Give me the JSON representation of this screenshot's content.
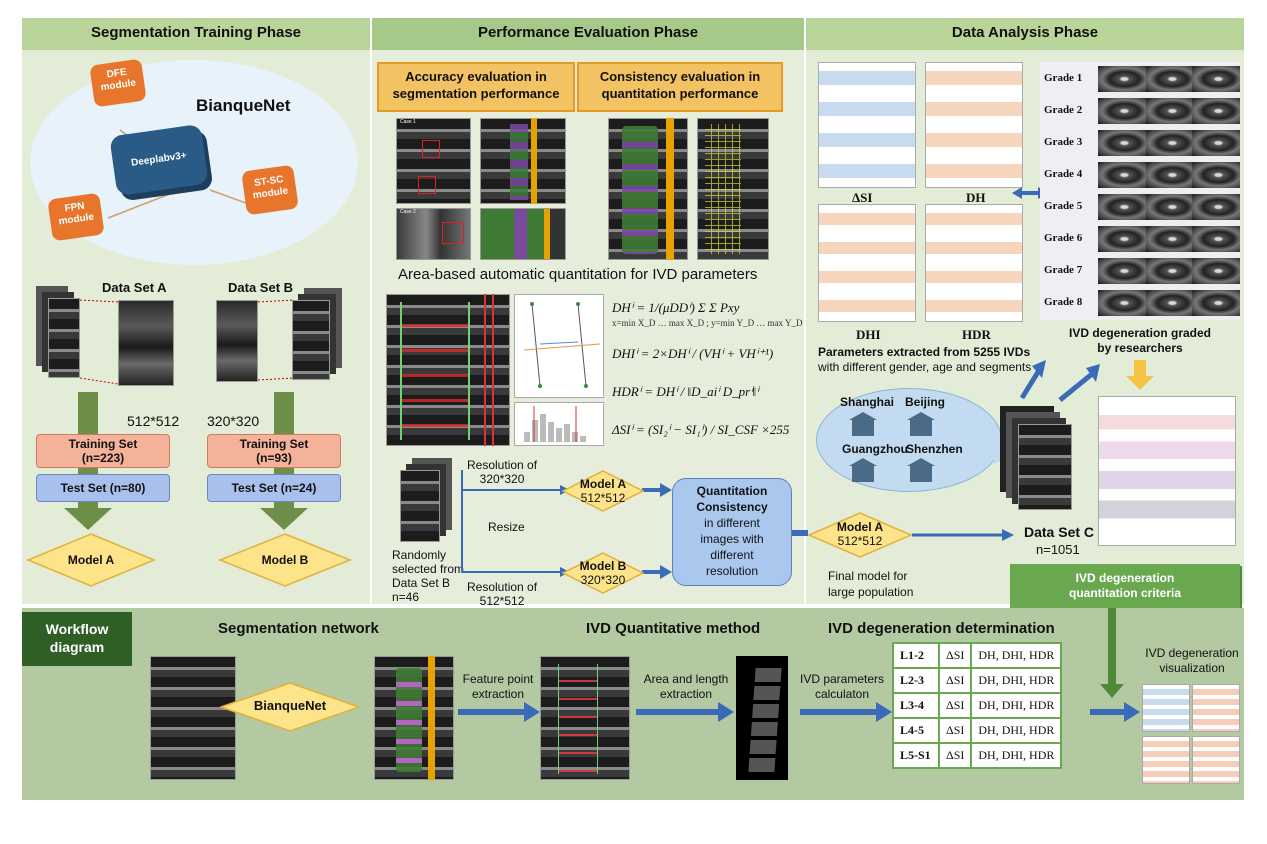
{
  "phases": {
    "training": "Segmentation Training Phase",
    "evaluation": "Performance Evaluation Phase",
    "analysis": "Data Analysis Phase"
  },
  "training": {
    "model_name": "BianqueNet",
    "modules": [
      "DFE module",
      "Deeplabv3+",
      "ST-SC module",
      "FPN module"
    ],
    "dataset_a": "Data Set A",
    "dataset_b": "Data Set B",
    "res_a": "512*512",
    "res_b": "320*320",
    "train_a_1": "Training Set",
    "train_a_2": "(n=223)",
    "test_a": "Test Set (n=80)",
    "train_b_1": "Training Set",
    "train_b_2": "(n=93)",
    "test_b": "Test Set (n=24)",
    "model_a": "Model A",
    "model_b": "Model B"
  },
  "evaluation": {
    "acc_1": "Accuracy evaluation in",
    "acc_2": "segmentation performance",
    "cons_1": "Consistency evaluation in",
    "cons_2": "quantitation performance",
    "case1": "Case 1",
    "case2": "Case 2",
    "area_title": "Area-based automatic quantitation for IVD parameters",
    "eq_dh": "DHⁱ = 1/(μDDⁱ) Σ Σ Pxy",
    "eq_dh_lim": "x=min X_D … max X_D ; y=min Y_D … max Y_D",
    "eq_dhi": "DHIⁱ = 2×DHⁱ / (VHⁱ + VHⁱ⁺¹)",
    "eq_hdr": "HDRⁱ = DHⁱ / ‖D_aiⁱ D_prⁱ‖ⁱ",
    "eq_si": "ΔSIⁱ = (SI₂ⁱ − SI₁ⁱ) / SI_CSF ×255",
    "res320_1": "Resolution of",
    "res320_2": "320*320",
    "resize": "Resize",
    "res512_1": "Resolution of",
    "res512_2": "512*512",
    "random_1": "Randomly",
    "random_2": "selected from",
    "random_3": "Data Set B",
    "random_4": "n=46",
    "modelA_1": "Model A",
    "modelA_2": "512*512",
    "modelB_1": "Model B",
    "modelB_2": "320*320",
    "qc_1": "Quantitation",
    "qc_2": "Consistency",
    "qc_3": "in different",
    "qc_4": "images with",
    "qc_5": "different",
    "qc_6": "resolution",
    "final_model_1": "Model A",
    "final_model_2": "512*512",
    "final_1": "Final model for",
    "final_2": "large population"
  },
  "analysis": {
    "chart_labels": [
      "ΔSI",
      "DH",
      "DHI",
      "HDR"
    ],
    "params_1": "Parameters extracted from 5255 IVDs",
    "params_2": "with different gender, age and segments",
    "grades": [
      "Grade 1",
      "Grade 2",
      "Grade 3",
      "Grade 4",
      "Grade 5",
      "Grade 6",
      "Grade 7",
      "Grade 8"
    ],
    "graded_1": "IVD degeneration graded",
    "graded_2": "by researchers",
    "cities": [
      "Shanghai",
      "Beijing",
      "Guangzhou",
      "Shenzhen"
    ],
    "dataset_c": "Data Set C",
    "dataset_c_n": "n=1051",
    "criteria_1": "IVD degeneration",
    "criteria_2": "quantitation criteria"
  },
  "workflow": {
    "badge_1": "Workflow",
    "badge_2": "diagram",
    "seg_net": "Segmentation network",
    "quant_method": "IVD Quantitative method",
    "determination": "IVD degeneration determination",
    "bianquenet": "BianqueNet",
    "feat_1": "Feature point",
    "feat_2": "extraction",
    "area_1": "Area and length",
    "area_2": "extraction",
    "calc_1": "IVD parameters",
    "calc_2": "calculaton",
    "vis_1": "IVD degeneration",
    "vis_2": "visualization",
    "table": [
      [
        "L1-2",
        "ΔSI",
        "DH, DHI, HDR"
      ],
      [
        "L2-3",
        "ΔSI",
        "DH, DHI, HDR"
      ],
      [
        "L3-4",
        "ΔSI",
        "DH, DHI, HDR"
      ],
      [
        "L4-5",
        "ΔSI",
        "DH, DHI, HDR"
      ],
      [
        "L5-S1",
        "ΔSI",
        "DH, DHI, HDR"
      ]
    ]
  },
  "colors": {
    "panel": "#e3ecd6",
    "header": "#b9d59a",
    "orange": "#f3c262",
    "diamond": "#fde38a",
    "arrow_blue": "#4472c4",
    "dark_green": "#38761d"
  }
}
